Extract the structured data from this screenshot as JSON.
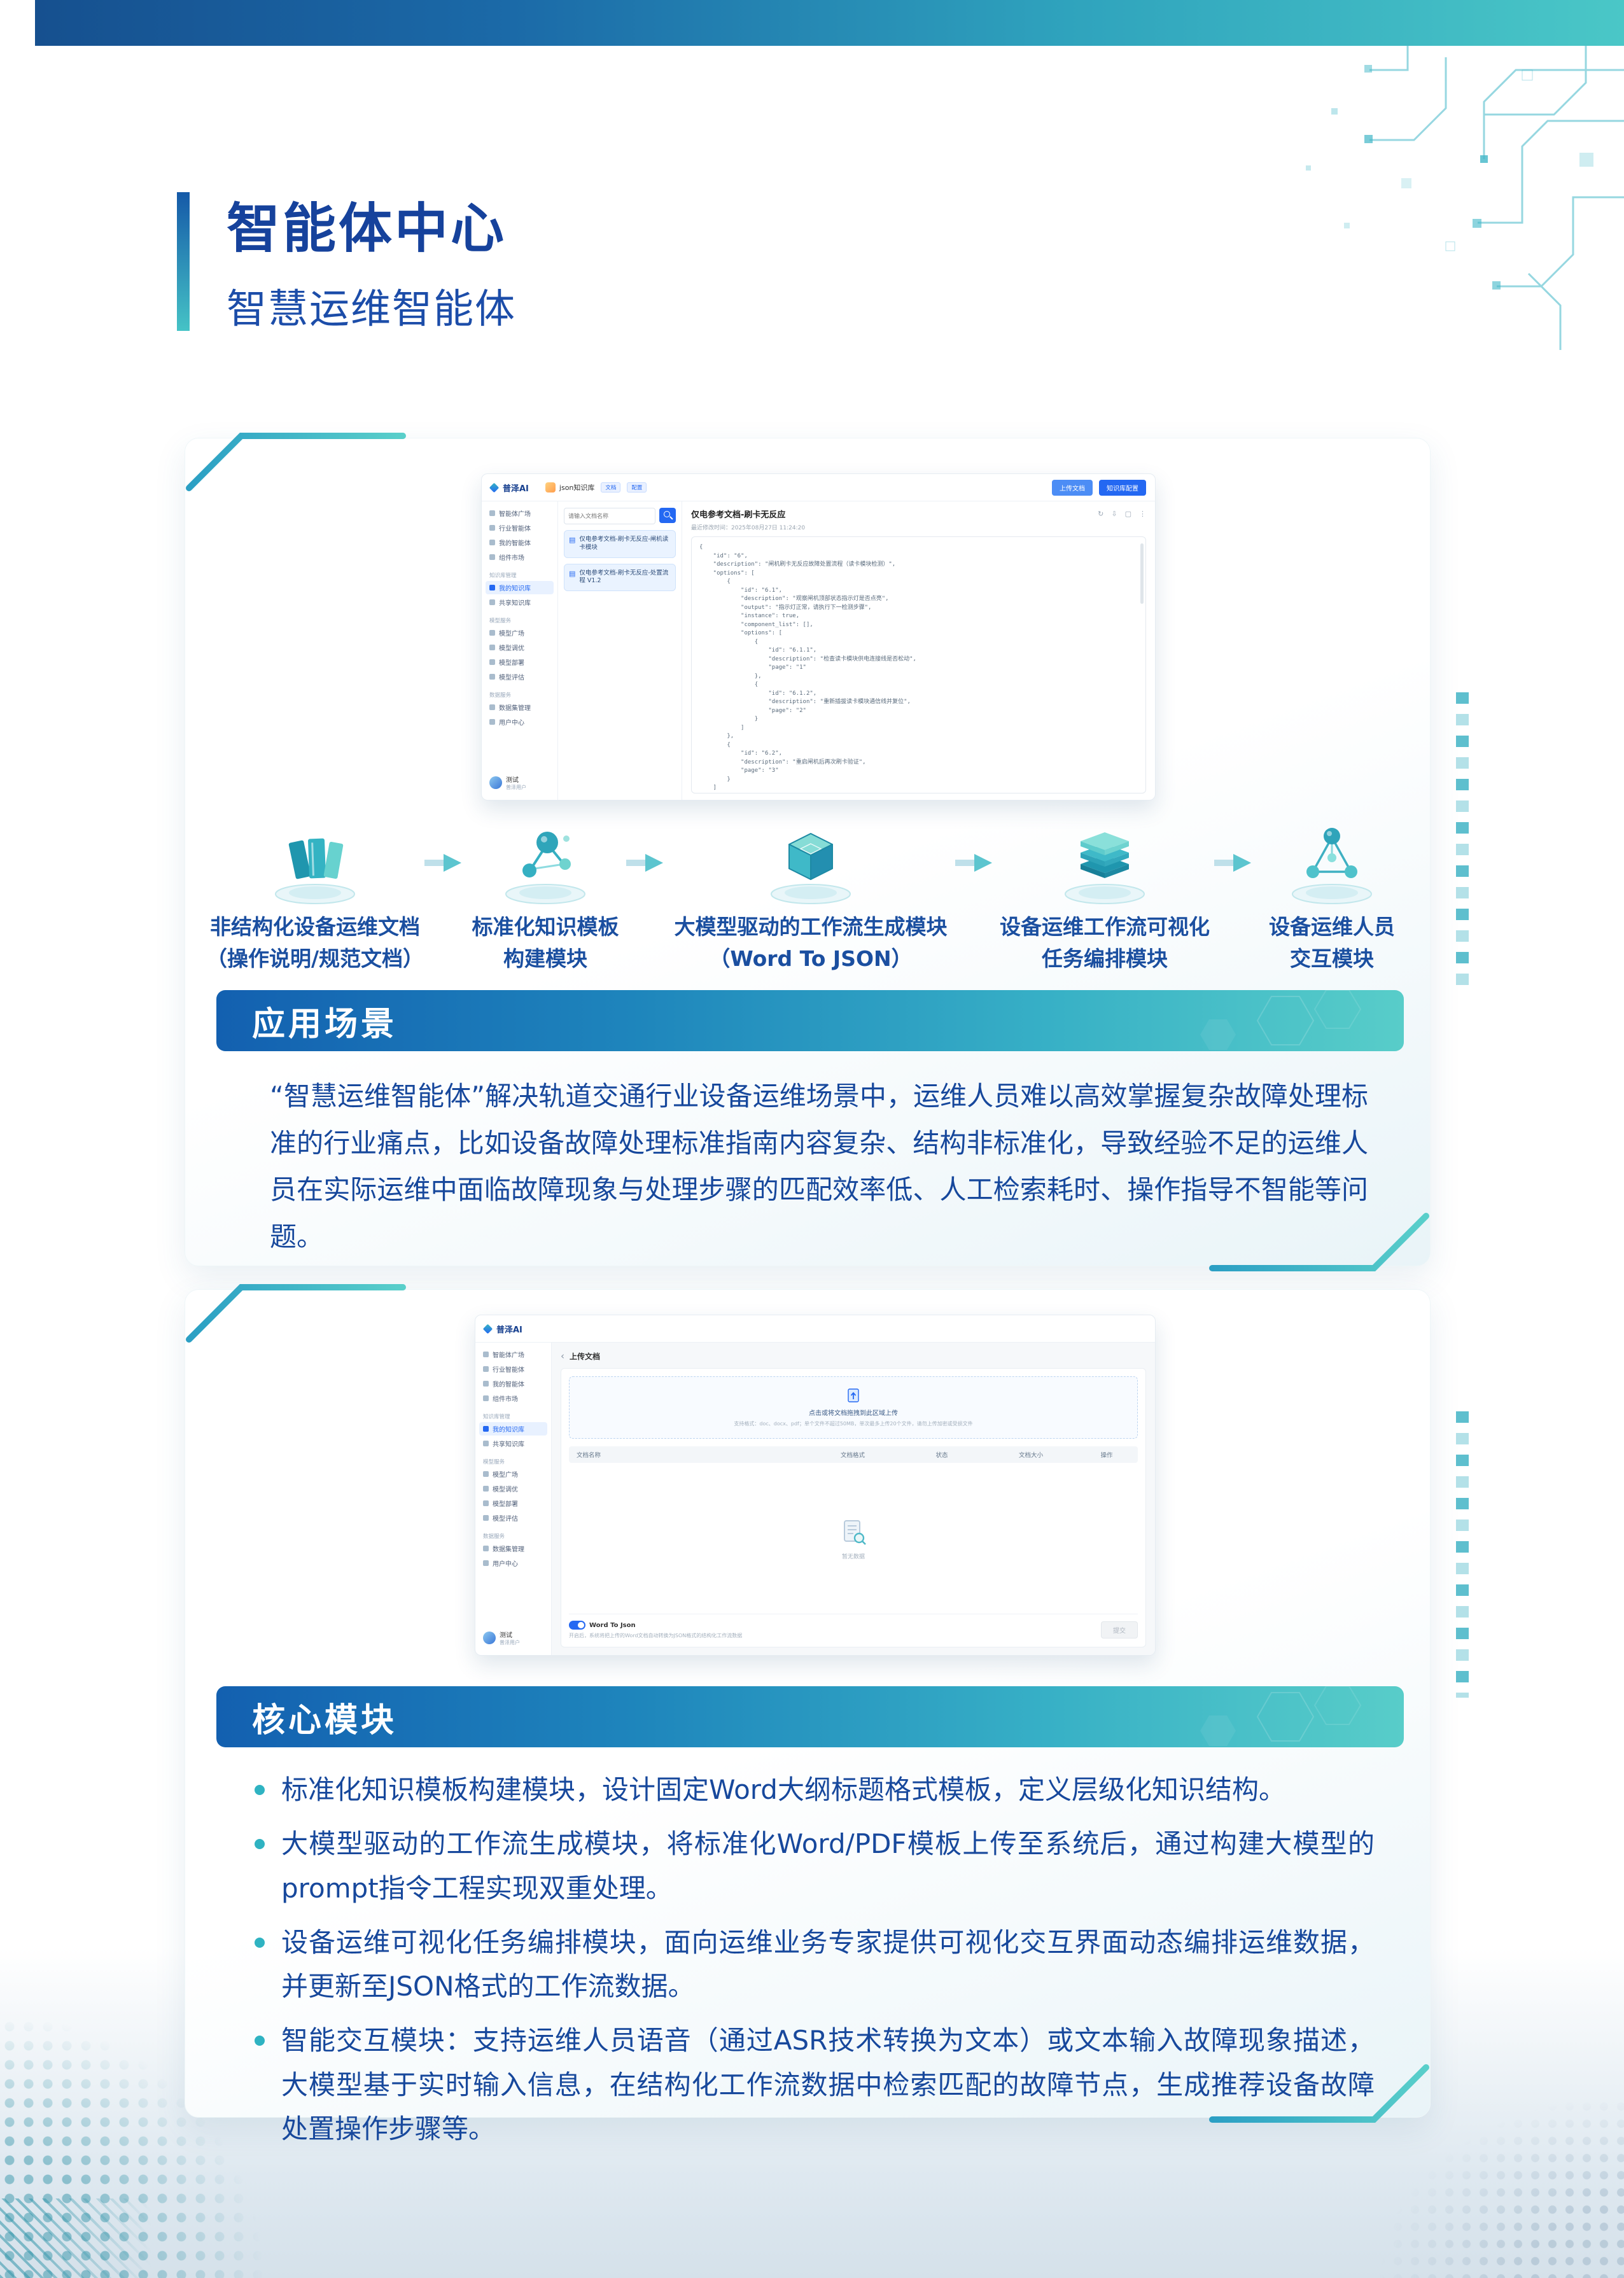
{
  "page": {
    "title": "智能体中心",
    "subtitle": "智慧运维智能体"
  },
  "flow": {
    "steps": [
      {
        "line1": "非结构化设备运维文档",
        "line2": "（操作说明/规范文档）"
      },
      {
        "line1": "标准化知识模板",
        "line2": "构建模块"
      },
      {
        "line1": "大模型驱动的工作流生成模块",
        "line2": "（Word To JSON）"
      },
      {
        "line1": "设备运维工作流可视化",
        "line2": "任务编排模块"
      },
      {
        "line1": "设备运维人员",
        "line2": "交互模块"
      }
    ]
  },
  "scenario": {
    "heading": "应用场景",
    "body": "“智慧运维智能体”解决轨道交通行业设备运维场景中，运维人员难以高效掌握复杂故障处理标准的行业痛点，比如设备故障处理标准指南内容复杂、结构非标准化，导致经验不足的运维人员在实际运维中面临故障现象与处理步骤的匹配效率低、人工检索耗时、操作指导不智能等问题。"
  },
  "modules": {
    "heading": "核心模块",
    "items": [
      "标准化知识模板构建模块，设计固定Word大纲标题格式模板，定义层级化知识结构。",
      "大模型驱动的工作流生成模块，将标准化Word/PDF模板上传至系统后，通过构建大模型的prompt指令工程实现双重处理。",
      "设备运维可视化任务编排模块，面向运维业务专家提供可视化交互界面动态编排运维数据，并更新至JSON格式的工作流数据。",
      "智能交互模块：支持运维人员语音（通过ASR技术转换为文本）或文本输入故障现象描述，大模型基于实时输入信息，在结构化工作流数据中检索匹配的故障节点，生成推荐设备故障处置操作步骤等。"
    ]
  },
  "app1": {
    "brand": "普泽AI",
    "workspace": "json知识库",
    "chips": [
      "文档",
      "配置"
    ],
    "btn_secondary": "上传文档",
    "btn_primary": "知识库配置",
    "sidebar": [
      {
        "t": "智能体广场",
        "c": ""
      },
      {
        "t": "行业智能体",
        "c": ""
      },
      {
        "t": "我的智能体",
        "c": ""
      },
      {
        "t": "组件市场",
        "c": ""
      },
      {
        "t": "知识库管理",
        "c": "sec"
      },
      {
        "t": "我的知识库",
        "c": "active"
      },
      {
        "t": "共享知识库",
        "c": ""
      },
      {
        "t": "模型服务",
        "c": "sec"
      },
      {
        "t": "模型广场",
        "c": ""
      },
      {
        "t": "模型调优",
        "c": ""
      },
      {
        "t": "模型部署",
        "c": ""
      },
      {
        "t": "模型评估",
        "c": ""
      },
      {
        "t": "数据服务",
        "c": "sec"
      },
      {
        "t": "数据集管理",
        "c": ""
      },
      {
        "t": "用户中心",
        "c": ""
      }
    ],
    "user": {
      "name": "测试",
      "role": "普泽用户"
    },
    "search_placeholder": "请输入文档名称",
    "docs": [
      {
        "title": "仅电参考文档-刷卡无反应-闸机读卡模块"
      },
      {
        "title": "仅电参考文档-刷卡无反应-处置流程 V1.2"
      }
    ],
    "main": {
      "title": "仅电参考文档-刷卡无反应",
      "meta": "最近修改时间：2025年08月27日 11:24:20",
      "icons": [
        "↻",
        "⇩",
        "▢",
        "⋮"
      ],
      "code_lines": [
        "{",
        "    \"id\": \"6\",",
        "    \"description\": \"闸机刷卡无反应故障处置流程（读卡模块检测）\",",
        "    \"options\": [",
        "        {",
        "            \"id\": \"6.1\",",
        "            \"description\": \"观察闸机顶部状态指示灯是否点亮\",",
        "            \"output\": \"指示灯正常，请执行下一检测步骤\",",
        "            \"instance\": true,",
        "            \"component_list\": [],",
        "            \"options\": [",
        "                {",
        "                    \"id\": \"6.1.1\",",
        "                    \"description\": \"检查读卡模块供电连接线是否松动\",",
        "                    \"page\": \"1\"",
        "                },",
        "                {",
        "                    \"id\": \"6.1.2\",",
        "                    \"description\": \"重新插拔读卡模块通信线并复位\",",
        "                    \"page\": \"2\"",
        "                }",
        "            ]",
        "        },",
        "        {",
        "            \"id\": \"6.2\",",
        "            \"description\": \"重启闸机后再次刷卡验证\",",
        "            \"page\": \"3\"",
        "        }",
        "    ]"
      ]
    }
  },
  "app2": {
    "brand": "普泽AI",
    "back_icon": "‹",
    "page_title": "上传文档",
    "upload_hint": "点击或将文档拖拽到此区域上传",
    "upload_sub": "支持格式：doc、docx、pdf；单个文件不超过50MB，单次最多上传20个文件，请勿上传加密或受损文件",
    "table_headers": [
      "文档名称",
      "文档格式",
      "状态",
      "文档大小",
      "操作"
    ],
    "empty_text": "暂无数据",
    "toggle_label": "Word To Json",
    "toggle_hint": "开启后，系统将把上传的Word文档自动转换为JSON格式的结构化工作流数据",
    "submit_label": "提交",
    "sidebar": [
      {
        "t": "智能体广场",
        "c": ""
      },
      {
        "t": "行业智能体",
        "c": ""
      },
      {
        "t": "我的智能体",
        "c": ""
      },
      {
        "t": "组件市场",
        "c": ""
      },
      {
        "t": "知识库管理",
        "c": "sec"
      },
      {
        "t": "我的知识库",
        "c": "active"
      },
      {
        "t": "共享知识库",
        "c": ""
      },
      {
        "t": "模型服务",
        "c": "sec"
      },
      {
        "t": "模型广场",
        "c": ""
      },
      {
        "t": "模型调优",
        "c": ""
      },
      {
        "t": "模型部署",
        "c": ""
      },
      {
        "t": "模型评估",
        "c": ""
      },
      {
        "t": "数据服务",
        "c": "sec"
      },
      {
        "t": "数据集管理",
        "c": ""
      },
      {
        "t": "用户中心",
        "c": ""
      }
    ],
    "user": {
      "name": "测试",
      "role": "普泽用户"
    }
  },
  "colors": {
    "accent_blue": "#1360b0",
    "accent_teal": "#58cdc9",
    "text_blue": "#17489c",
    "app_primary": "#2468f2"
  }
}
